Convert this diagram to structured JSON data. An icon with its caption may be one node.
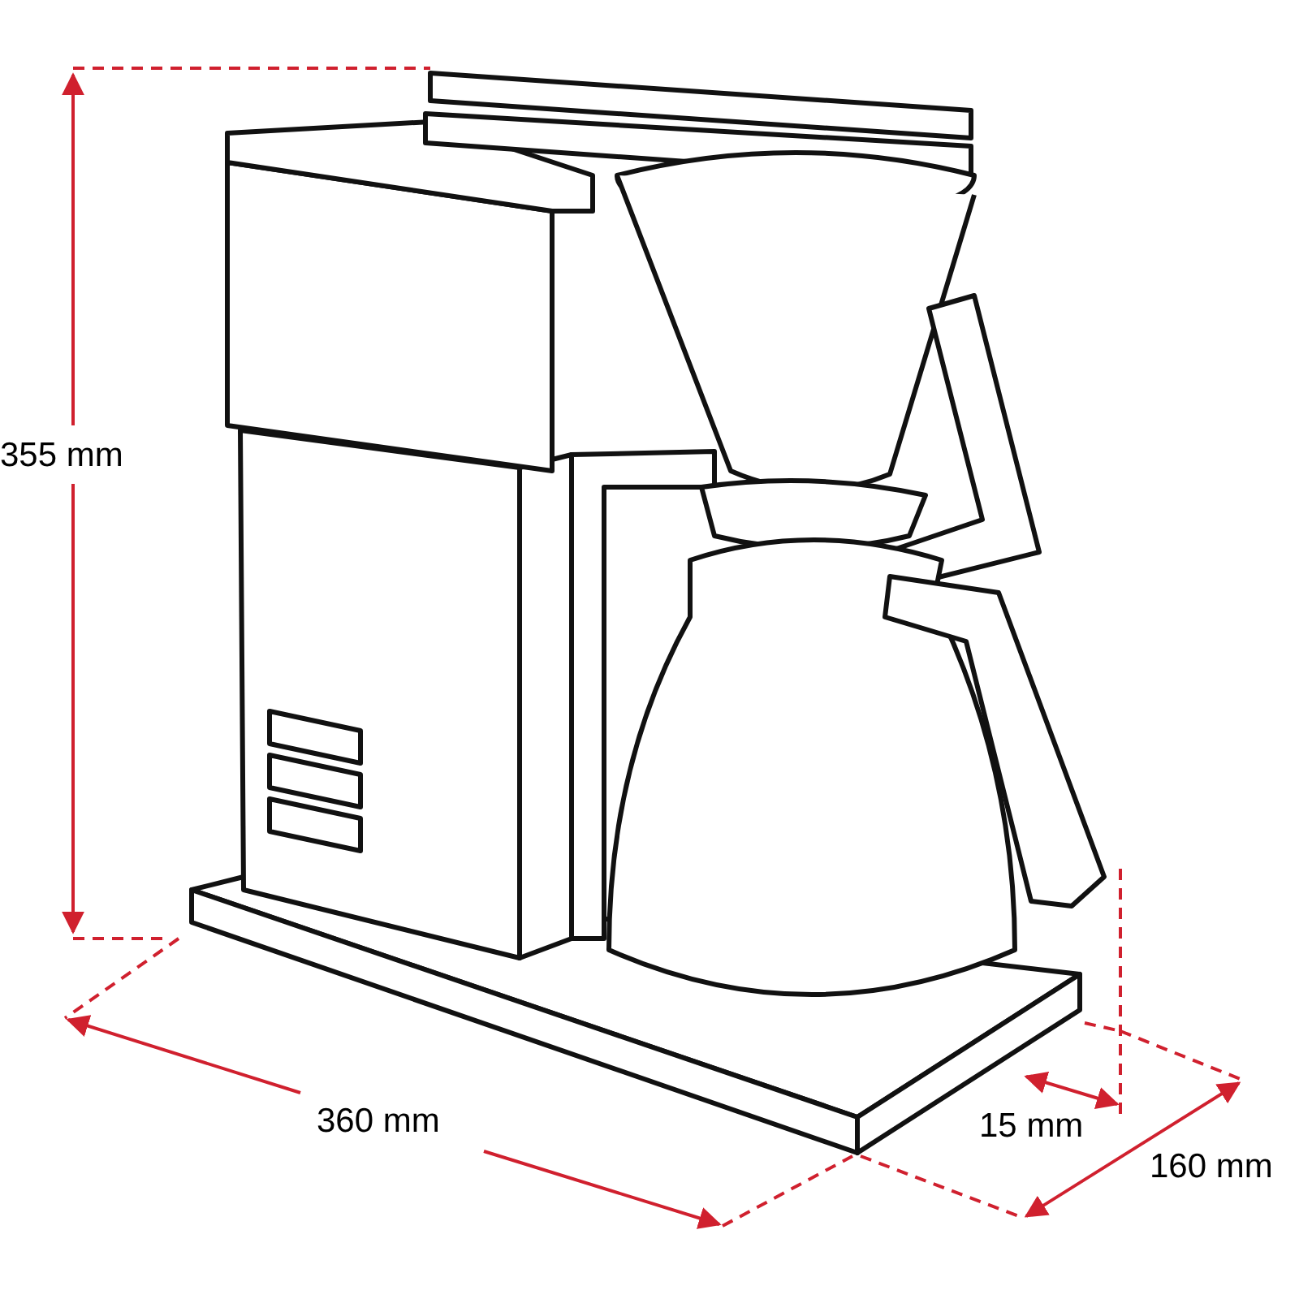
{
  "diagram": {
    "labels": [
      "355 mm",
      "360 mm",
      "15 mm",
      "160 mm"
    ]
  }
}
